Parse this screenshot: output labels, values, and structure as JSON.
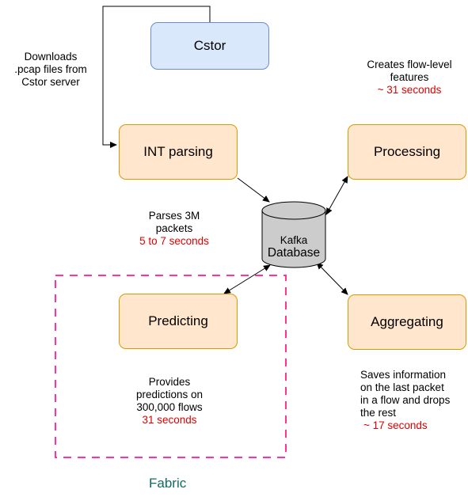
{
  "nodes": {
    "cstor": "Cstor",
    "int_parsing": "INT parsing",
    "processing": "Processing",
    "predicting": "Predicting",
    "aggregating": "Aggregating",
    "database": {
      "line1": "Kafka",
      "line2": "Database"
    }
  },
  "notes": {
    "downloads": [
      "Downloads",
      ".pcap files from",
      "Cstor server"
    ],
    "creates": {
      "lines": [
        "Creates flow-level",
        "features"
      ],
      "time": "~ 31 seconds"
    },
    "parses": {
      "lines": [
        "Parses 3M",
        "packets"
      ],
      "time": "5 to 7 seconds"
    },
    "provides": {
      "lines": [
        "Provides",
        "predictions on",
        "300,000 flows"
      ],
      "time": "31 seconds"
    },
    "saves": {
      "lines": [
        "Saves information",
        "on the last packet",
        "in a flow and drops",
        "the rest"
      ],
      "time": "~ 17 seconds"
    }
  },
  "region": {
    "label": "Fabric"
  },
  "colors": {
    "orange_fill": "#ffe6cc",
    "orange_stroke": "#d79b00",
    "blue_fill": "#dae8fc",
    "blue_stroke": "#6c8ebf",
    "fabric_border": "#ff3399",
    "fabric_text": "#0f6e5f",
    "time_text": "#e00000"
  }
}
